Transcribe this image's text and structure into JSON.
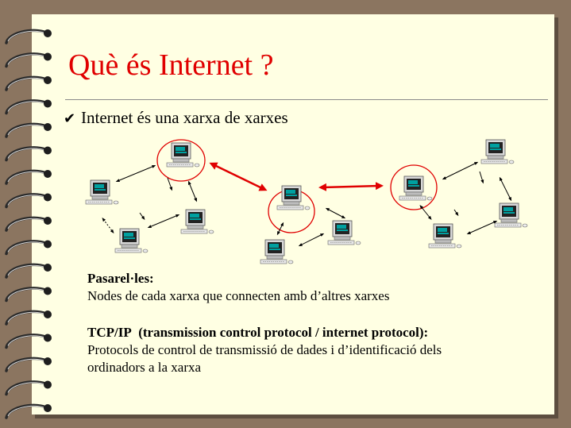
{
  "slide": {
    "title": "Què és Internet ?",
    "bullet": {
      "icon": "check-icon",
      "text": "Internet és una xarxa de xarxes"
    },
    "gateways": {
      "term": "Pasarel·les:",
      "description": "Nodes de cada xarxa que connecten amb d’altres xarxes"
    },
    "tcpip": {
      "term": "TCP/IP",
      "expansion": "(transmission control protocol / internet protocol):",
      "description_line1": "Protocols de control de transmissió de dades i d’identificació dels",
      "description_line2": "ordinadors a la xarxa"
    }
  },
  "colors": {
    "page_background": "#FFFFE3",
    "frame": "#8B7560",
    "title": "#E00000",
    "gateway_link": "#E00000",
    "node_screen": "#00A0A0"
  },
  "icons": [
    "spiral-binding-ring-icon",
    "check-icon",
    "computer-icon"
  ]
}
